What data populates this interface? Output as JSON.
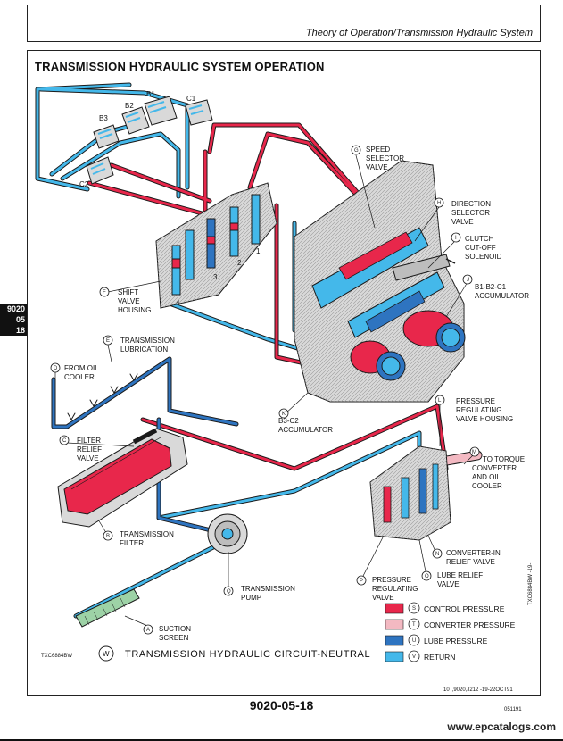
{
  "header": {
    "title": "Theory of Operation/Transmission Hydraulic System"
  },
  "section": {
    "title": "TRANSMISSION HYDRAULIC SYSTEM OPERATION"
  },
  "side_tab": {
    "line1": "9020",
    "line2": "05",
    "line3": "18"
  },
  "colors": {
    "control_pressure": "#e8274b",
    "converter_pressure": "#f3b9c2",
    "lube_pressure": "#2e74c0",
    "return": "#44b8ea",
    "housing": "#d9d9d9",
    "outline": "#1a1a1a"
  },
  "clutches": {
    "b1": "B1",
    "b2": "B2",
    "b3": "B3",
    "c1": "C1",
    "c2": "C2"
  },
  "valve_numbers": {
    "n1": "1",
    "n2": "2",
    "n3": "3",
    "n4": "4"
  },
  "components": {
    "d": {
      "letter": "D",
      "line1": "FROM OIL",
      "line2": "COOLER"
    },
    "e": {
      "letter": "E",
      "line1": "TRANSMISSION",
      "line2": "LUBRICATION"
    },
    "f": {
      "letter": "F",
      "line1": "SHIFT",
      "line2": "VALVE",
      "line3": "HOUSING"
    },
    "g": {
      "letter": "G",
      "line1": "SPEED",
      "line2": "SELECTOR",
      "line3": "VALVE"
    },
    "h": {
      "letter": "H",
      "line1": "DIRECTION",
      "line2": "SELECTOR",
      "line3": "VALVE"
    },
    "i": {
      "letter": "I",
      "line1": "CLUTCH",
      "line2": "CUT-OFF",
      "line3": "SOLENOID"
    },
    "j": {
      "letter": "J",
      "line1": "B1-B2-C1",
      "line2": "ACCUMULATOR"
    },
    "k": {
      "letter": "K",
      "line1": "B3-C2",
      "line2": "ACCUMULATOR"
    },
    "l": {
      "letter": "L",
      "line1": "PRESSURE",
      "line2": "REGULATING",
      "line3": "VALVE HOUSING"
    },
    "m": {
      "letter": "M",
      "line1": "TO TORQUE",
      "line2": "CONVERTER",
      "line3": "AND OIL",
      "line4": "COOLER"
    },
    "c": {
      "letter": "C",
      "line1": "FILTER",
      "line2": "RELIEF",
      "line3": "VALVE"
    },
    "b": {
      "letter": "B",
      "line1": "TRANSMISSION",
      "line2": "FILTER"
    },
    "n": {
      "letter": "N",
      "line1": "CONVERTER-IN",
      "line2": "RELIEF VALVE"
    },
    "o": {
      "letter": "O",
      "line1": "LUBE RELIEF",
      "line2": "VALVE"
    },
    "p": {
      "letter": "P",
      "line1": "PRESSURE",
      "line2": "REGULATING",
      "line3": "VALVE"
    },
    "q": {
      "letter": "Q",
      "line1": "TRANSMISSION",
      "line2": "PUMP"
    },
    "a": {
      "letter": "A",
      "line1": "SUCTION",
      "line2": "SCREEN"
    }
  },
  "legend": [
    {
      "letter": "S",
      "label": "CONTROL PRESSURE"
    },
    {
      "letter": "T",
      "label": "CONVERTER PRESSURE"
    },
    {
      "letter": "U",
      "label": "LUBE PRESSURE"
    },
    {
      "letter": "V",
      "label": "RETURN"
    }
  ],
  "caption": {
    "ref": "TXC6884BW",
    "letter": "W",
    "text": "TRANSMISSION HYDRAULIC CIRCUIT-NEUTRAL"
  },
  "side_ref": "TXC6884BW -19-",
  "footer": {
    "doc_id": "10T,9020,J212    -19-22OCT91",
    "page_number": "9020-05-18",
    "code": "051191",
    "watermark": "www.epcatalogs.com"
  }
}
